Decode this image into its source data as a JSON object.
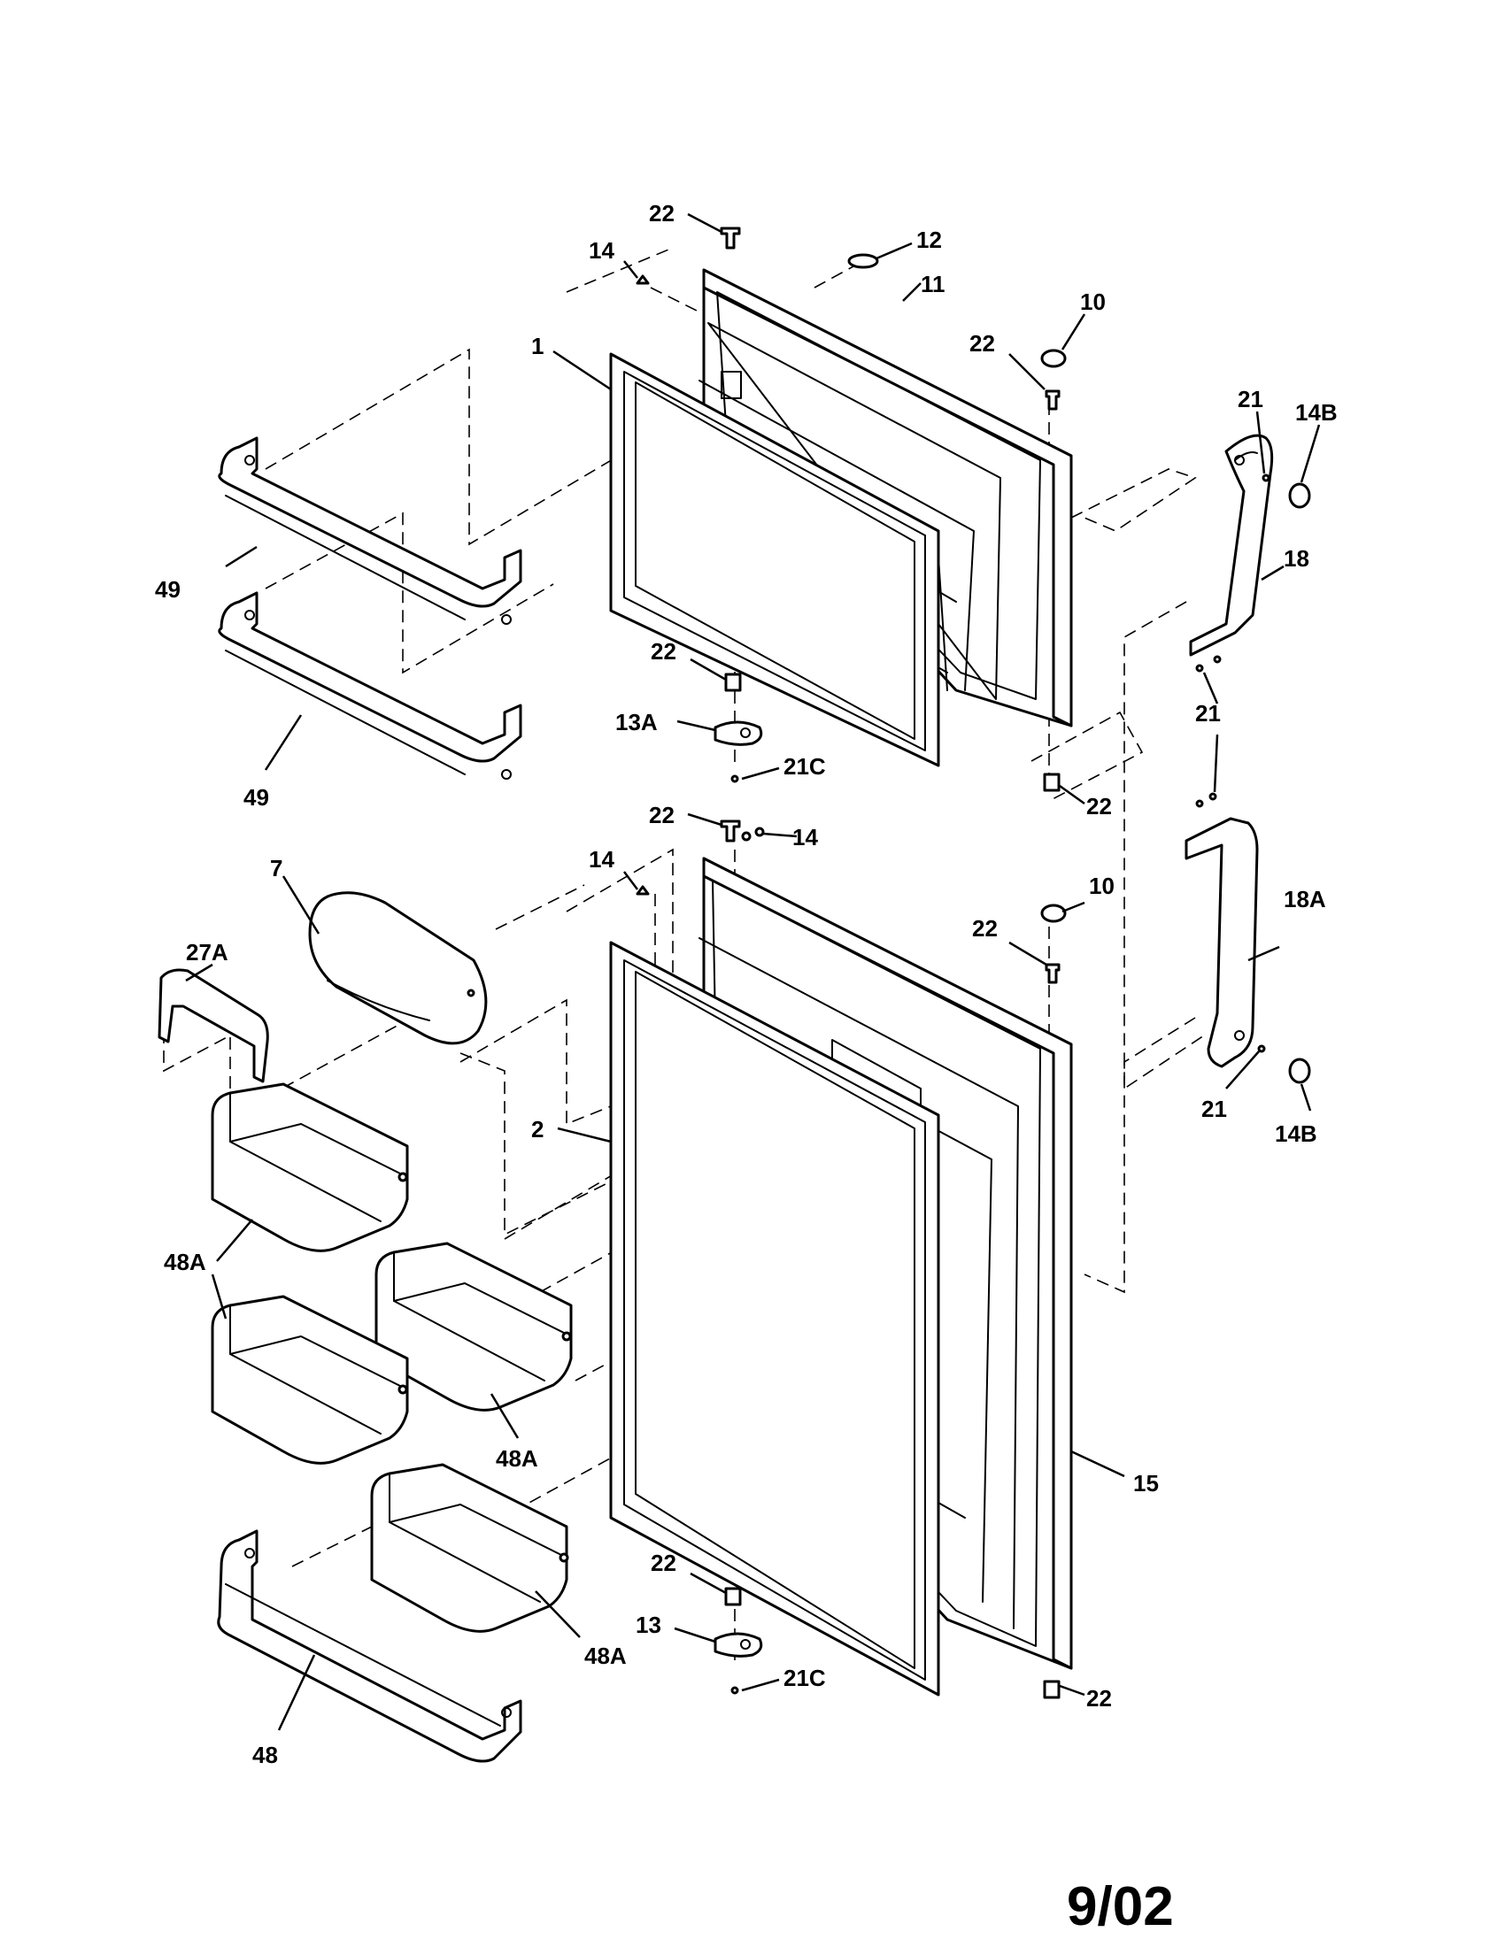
{
  "diagram": {
    "date": "9/02",
    "callouts": {
      "c1": "1",
      "c2": "2",
      "c7": "7",
      "c10a": "10",
      "c10b": "10",
      "c11": "11",
      "c12": "12",
      "c13": "13",
      "c13a": "13A",
      "c14a": "14",
      "c14b": "14",
      "c14c": "14",
      "c14ba": "14B",
      "c14bb": "14B",
      "c15": "15",
      "c18": "18",
      "c18a": "18A",
      "c21a": "21",
      "c21b": "21",
      "c21c": "21",
      "c21ca": "21C",
      "c21cb": "21C",
      "c22a": "22",
      "c22b": "22",
      "c22c": "22",
      "c22d": "22",
      "c22e": "22",
      "c22f": "22",
      "c22g": "22",
      "c22h": "22",
      "c27a": "27A",
      "c48": "48",
      "c48aa": "48A",
      "c48ab": "48A",
      "c48ac": "48A",
      "c49a": "49",
      "c49b": "49"
    }
  }
}
